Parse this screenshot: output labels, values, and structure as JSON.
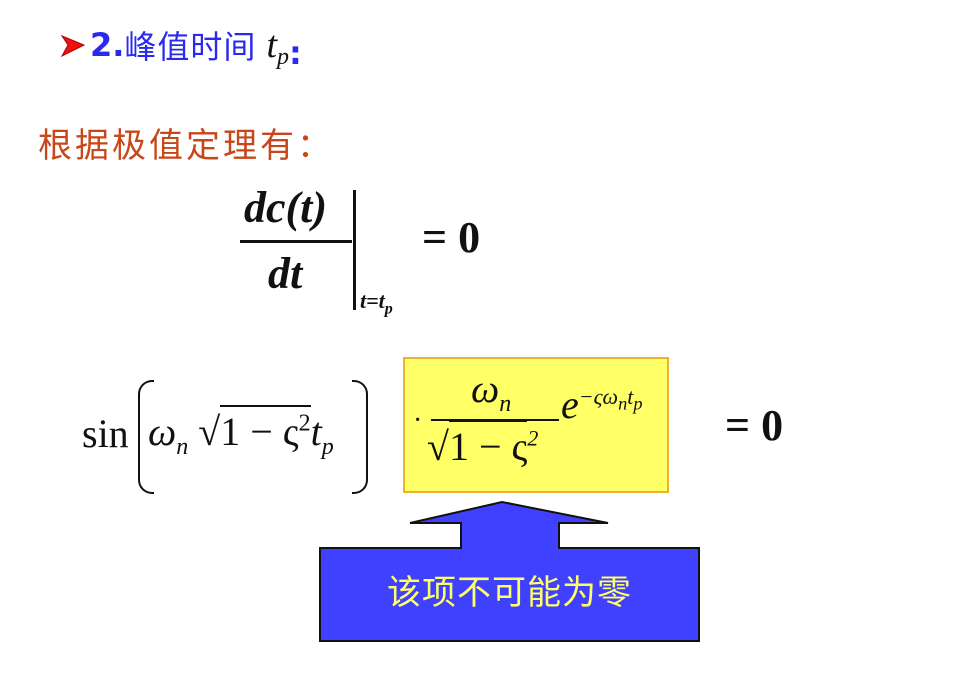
{
  "heading": {
    "bullet_icon": "red-arrowhead-bullet",
    "number": "2.",
    "title": "峰值时间",
    "symbol": "t",
    "symbol_sub": "p",
    "colon": ":"
  },
  "subheading": "根据极值定理有：",
  "equation1": {
    "numerator": "dc(t)",
    "denominator": "dt",
    "eval_at": "t=t",
    "eval_sub": "p",
    "rhs": "= 0"
  },
  "equation2": {
    "sin": "sin",
    "arg_omega": "ω",
    "arg_omega_sub": "n",
    "sqrt_body": "1 − ς",
    "sqrt_sup": "2",
    "arg_t": "t",
    "arg_t_sub": "p",
    "highlight": {
      "dot": "·",
      "numerator": "ω",
      "numerator_sub": "n",
      "denominator": "1 − ς",
      "denominator_sup": "2",
      "exp_base": "e",
      "exponent": "−ςω",
      "exponent_sub": "n",
      "exponent_t": "t",
      "exponent_t_sub": "p",
      "bg_color": "#ffff66",
      "border_color": "#f0b030"
    },
    "rhs": "= 0"
  },
  "callout": {
    "text": "该项不可能为零",
    "fill_color": "#4040ff",
    "text_color": "#ffff66"
  }
}
